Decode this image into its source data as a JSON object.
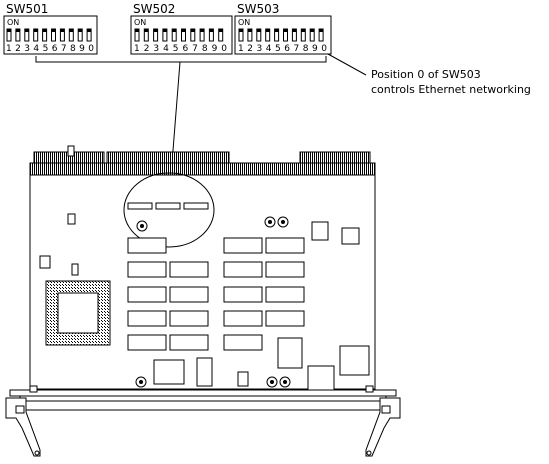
{
  "switches": [
    {
      "name": "SW501",
      "on_label": "ON",
      "positions": "1234567890"
    },
    {
      "name": "SW502",
      "on_label": "ON",
      "positions": "1234567890"
    },
    {
      "name": "SW503",
      "on_label": "ON",
      "positions": "1234567890"
    }
  ],
  "callout": {
    "line1": "Position 0 of SW503",
    "line2": "controls Ethernet networking"
  },
  "colors": {
    "ink": "#000000",
    "background": "#ffffff"
  }
}
